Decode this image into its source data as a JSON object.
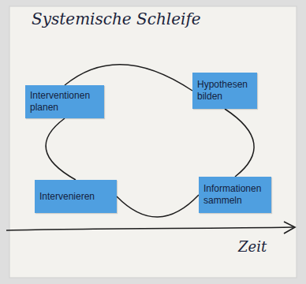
{
  "diagram": {
    "title": "Systemische Schleife",
    "nodes": [
      {
        "text": [
          "Interventionen planen"
        ]
      },
      {
        "text": [
          "Hypothesen bilden"
        ]
      },
      {
        "text": [
          "Intervenieren"
        ]
      },
      {
        "text": [
          "Informationen sammeln"
        ]
      }
    ],
    "edges": [
      {
        "from": 0,
        "to": 1,
        "arrow": "none"
      },
      {
        "from": 1,
        "to": 3,
        "arrow": "none"
      },
      {
        "from": 3,
        "to": 2,
        "arrow": "none"
      },
      {
        "from": 2,
        "to": 0,
        "arrow": "none"
      }
    ],
    "labels": [
      "Zeit"
    ]
  }
}
